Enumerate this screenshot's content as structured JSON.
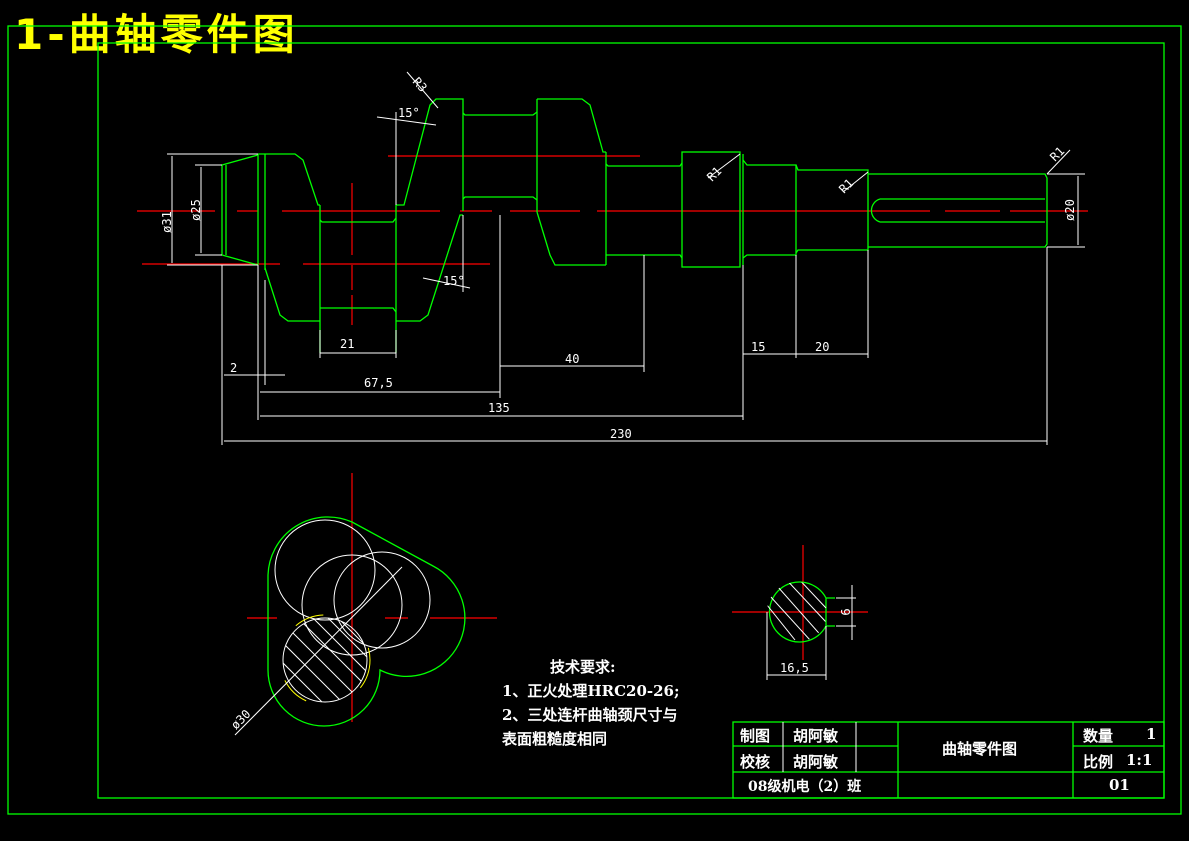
{
  "drawing": {
    "title": "1-曲轴零件图",
    "colors": {
      "background": "#000000",
      "outline": "#00ff00",
      "dimension": "#ffffff",
      "centerline": "#ff0000",
      "title": "#ffff00"
    }
  },
  "dimensions": {
    "d31": "ø31",
    "d25": "ø25",
    "d20": "ø20",
    "d30": "ø30",
    "r3": "R3",
    "r1a": "R1",
    "r1b": "R1",
    "r1c": "R1",
    "ang1": "15°",
    "ang2": "15°",
    "l21": "21",
    "l2": "2",
    "l675": "67,5",
    "l135": "135",
    "l230": "230",
    "l40": "40",
    "l15": "15",
    "l20": "20",
    "sec_w": "16,5",
    "sec_key": "6"
  },
  "tech_requirements": {
    "heading": "技术要求:",
    "items": [
      "1、正火处理HRC20-26;",
      "2、三处连杆曲轴颈尺寸与",
      "表面粗糙度相同"
    ]
  },
  "title_block": {
    "drawn_label": "制图",
    "drawn_name": "胡阿敏",
    "checked_label": "校核",
    "checked_name": "胡阿敏",
    "class": "08级机电（2）班",
    "part_name": "曲轴零件图",
    "qty_label": "数量",
    "qty": "1",
    "scale_label": "比例",
    "scale": "1:1",
    "number": "01"
  }
}
